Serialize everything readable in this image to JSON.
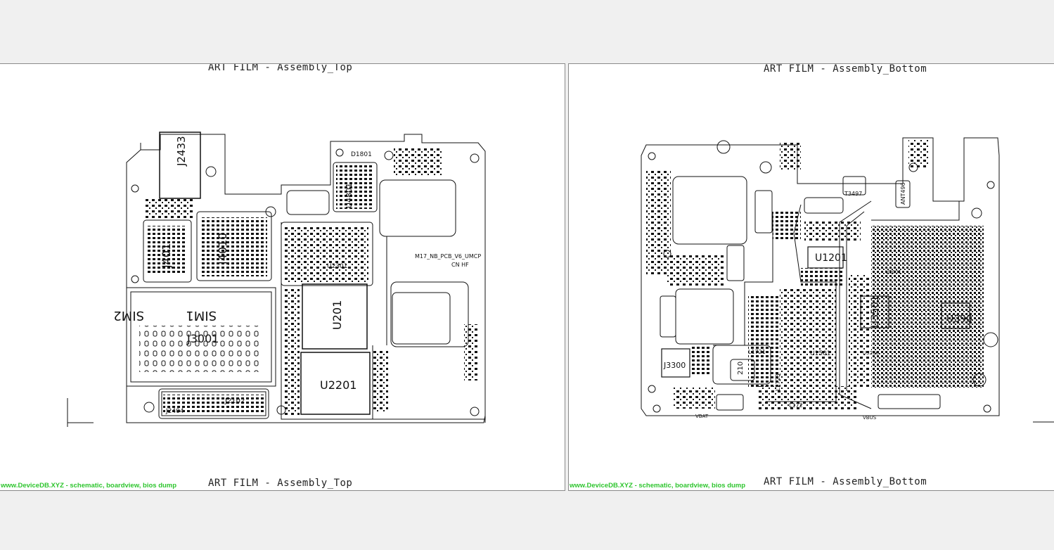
{
  "viewer": {
    "background": "#f0f0f0",
    "sheet_background": "#ffffff",
    "line_color": "#111111",
    "watermark_color": "#2ec52e"
  },
  "sheets": {
    "top": {
      "title": "ART FILM - Assembly_Top",
      "watermark": "www.DeviceDB.XYZ - schematic, boardview, bios dump",
      "labels": {
        "j2433": "J2433",
        "j4010": "J4010",
        "j4011": "J401",
        "sim2": "SIM2",
        "sim1": "SIM1",
        "j3001": "J3001",
        "u201": "U201",
        "u2201": "U2201",
        "u4801": "U4801",
        "u2301": "U2301",
        "j2102": "J2102",
        "j2404": "J2404",
        "d1801": "D1801",
        "pcb_name": "M17_NB_PCB_V6_UMCP",
        "pcb_sub": "CN  HF"
      }
    },
    "bottom": {
      "title": "ART FILM - Assembly_Bottom",
      "watermark": "www.DeviceDB.XYZ - schematic, boardview, bios dump",
      "labels": {
        "u1201": "U1201",
        "u3501": "U3501",
        "u3901": "U390",
        "u3300": "J3300",
        "u5001": "U5001",
        "u1501": "U1501",
        "u5206": "U5206",
        "u1210": "210",
        "l1721": "L1721",
        "l1723": "L1723",
        "l1724": "L172",
        "t3497": "T3497",
        "ant496": "ANT496",
        "vbat": "VBAT",
        "vbus": "VBUS"
      }
    }
  }
}
